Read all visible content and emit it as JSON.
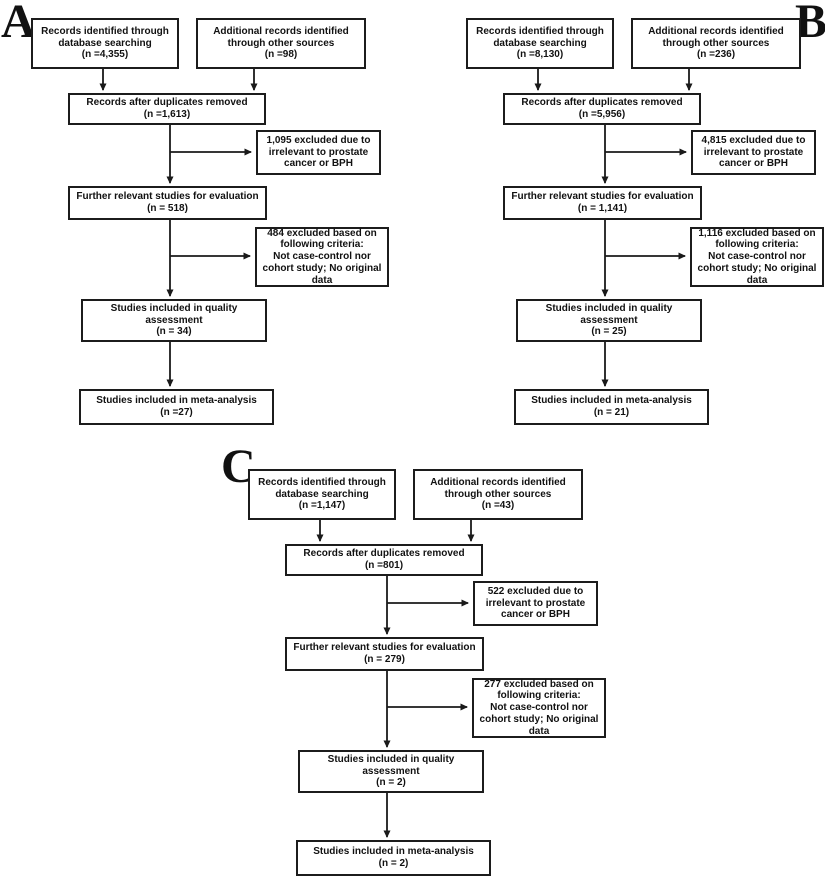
{
  "panels": [
    {
      "label": "A",
      "boxes": {
        "identified": "Records identified through\ndatabase searching\n(n =4,355)",
        "additional": "Additional records identified\nthrough other sources\n(n =98)",
        "deduped": "Records after duplicates removed\n(n =1,613)",
        "excluded_irrelevant": "1,095 excluded due to\nirrelevant to prostate\ncancer or BPH",
        "evaluation": "Further relevant studies for evaluation\n(n = 518)",
        "excluded_criteria": "484 excluded based on\nfollowing criteria:\nNot case-control nor\ncohort study; No original\ndata",
        "quality": "Studies included in quality\nassessment\n(n = 34)",
        "meta": "Studies included in meta-analysis\n(n =27)"
      }
    },
    {
      "label": "B",
      "boxes": {
        "identified": "Records identified through\ndatabase searching\n(n =8,130)",
        "additional": "Additional records identified\nthrough other sources\n(n =236)",
        "deduped": "Records after duplicates removed\n(n =5,956)",
        "excluded_irrelevant": "4,815 excluded due to\nirrelevant to prostate\ncancer or BPH",
        "evaluation": "Further relevant studies for evaluation\n(n = 1,141)",
        "excluded_criteria": "1,116 excluded based on\nfollowing criteria:\nNot case-control nor\ncohort study; No original\ndata",
        "quality": "Studies included in quality\nassessment\n(n = 25)",
        "meta": "Studies included in meta-analysis\n(n = 21)"
      }
    },
    {
      "label": "C",
      "boxes": {
        "identified": "Records identified through\ndatabase searching\n(n =1,147)",
        "additional": "Additional records identified\nthrough other sources\n(n =43)",
        "deduped": "Records after duplicates removed\n(n =801)",
        "excluded_irrelevant": "522 excluded due to\nirrelevant to prostate\ncancer or BPH",
        "evaluation": "Further relevant studies for evaluation\n(n = 279)",
        "excluded_criteria": "277 excluded based on\nfollowing criteria:\nNot case-control nor\ncohort study; No original\ndata",
        "quality": "Studies included in quality\nassessment\n(n = 2)",
        "meta": "Studies included in meta-analysis\n(n = 2)"
      }
    }
  ],
  "colors": {
    "line": "#1a1a1a",
    "box_border": "#1c1c1c",
    "text": "#111111",
    "background": "#ffffff"
  }
}
